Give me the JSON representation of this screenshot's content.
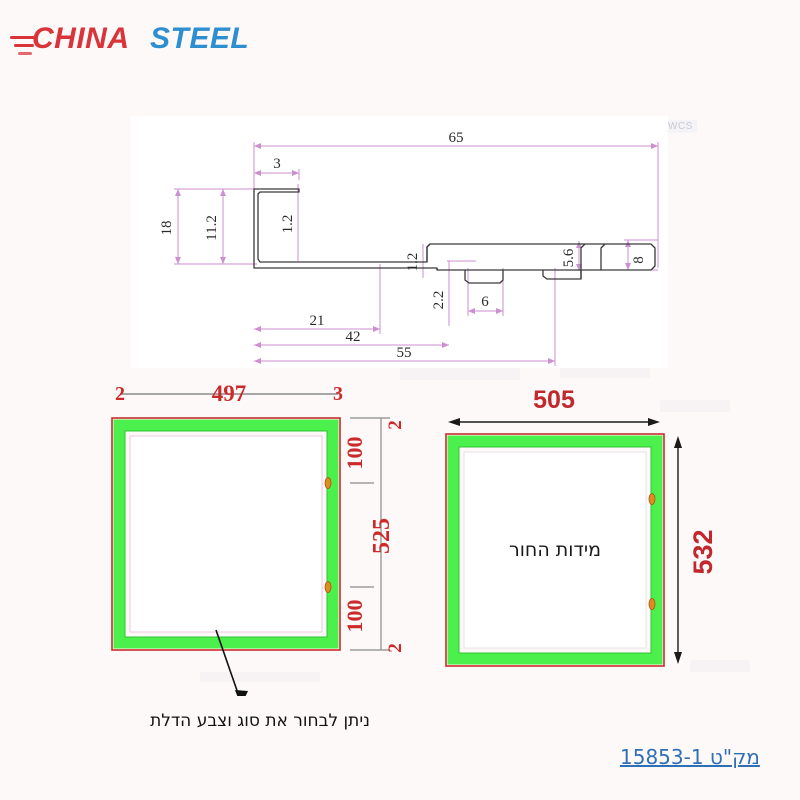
{
  "logo": {
    "word1": "CHINA",
    "word2": "STEEL",
    "color1": "#d8343a",
    "color2": "#2e8fd0"
  },
  "watermark": {
    "text": "WCS"
  },
  "profile": {
    "title": "door-frame-profile-section",
    "line_color": "#3a3a3a",
    "dimension_color": "#cc8fd0",
    "dimension_text_color": "#2a2a2a",
    "dimensions": {
      "overall_width": "65",
      "lip_width": "3",
      "lip_thickness": "1.2",
      "web_height": "11.2",
      "total_height": "18",
      "wall_thickness": "1.2",
      "step_depth": "2.2",
      "notch_width": "6",
      "inner_height": "5.6",
      "base_height": "8",
      "run_21": "21",
      "run_42": "42",
      "run_55": "55"
    }
  },
  "left_elevation": {
    "title": "door-leaf-elevation",
    "top_left_marker": "2",
    "top_width": "497",
    "top_right_marker": "3",
    "right_top_gap": "100",
    "right_height": "525",
    "right_bottom_gap": "100",
    "right_top_marker": "2",
    "right_bottom_marker": "2",
    "frame_outer_color": "#cc2a2a",
    "frame_green_color": "#4cf04c",
    "hinge_color": "#e08a20"
  },
  "right_elevation": {
    "title": "rough-opening-elevation",
    "top_width": "505",
    "right_height": "532",
    "center_label": "מידות החור",
    "dimension_color": "#1a1a1a",
    "text_color": "#c0282d"
  },
  "notes": {
    "door_note": "ניתן לבחור  את סוג וצבע הדלת"
  },
  "catalog": {
    "label": "מק\"ט 15853-1",
    "color": "#2f6fb5"
  }
}
